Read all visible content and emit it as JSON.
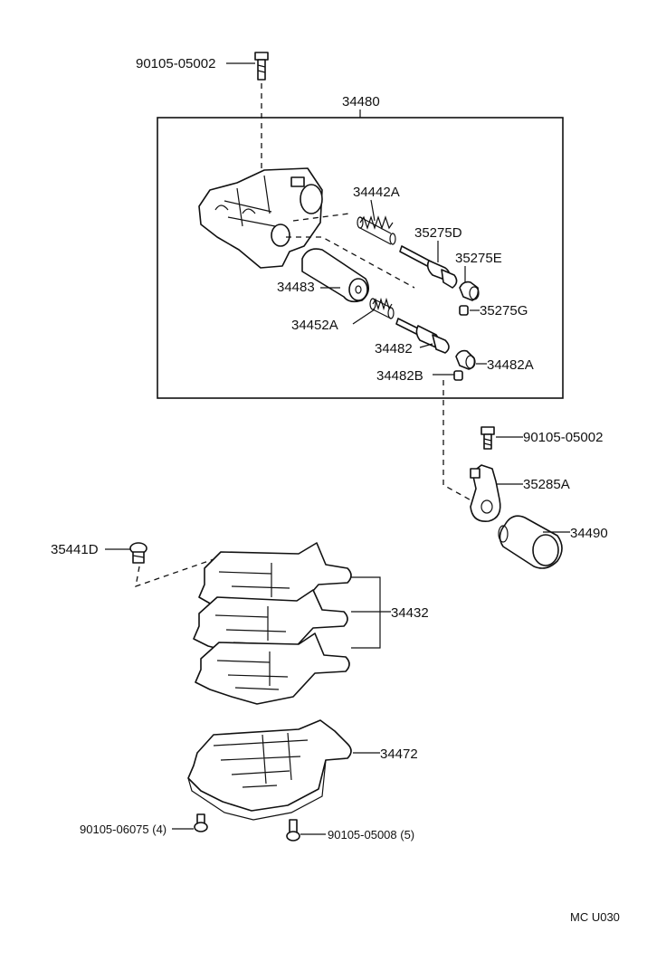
{
  "labels": {
    "bolt_top": "90105-05002",
    "assembly": "34480",
    "spring_a": "34442A",
    "valve_d": "35275D",
    "plug_e": "35275E",
    "plunger": "34483",
    "retainer_g": "35275G",
    "spring_b": "34452A",
    "valve_b": "34482",
    "plug_a": "34482A",
    "retainer_b": "34482B",
    "bolt_mid": "90105-05002",
    "bracket": "35285A",
    "solenoid": "34490",
    "bolt_left": "35441D",
    "gaskets": "34432",
    "plate": "34472",
    "bolt_bl": "90105-06075 (4)",
    "bolt_br": "90105-05008 (5)",
    "code": "MC  U030"
  }
}
